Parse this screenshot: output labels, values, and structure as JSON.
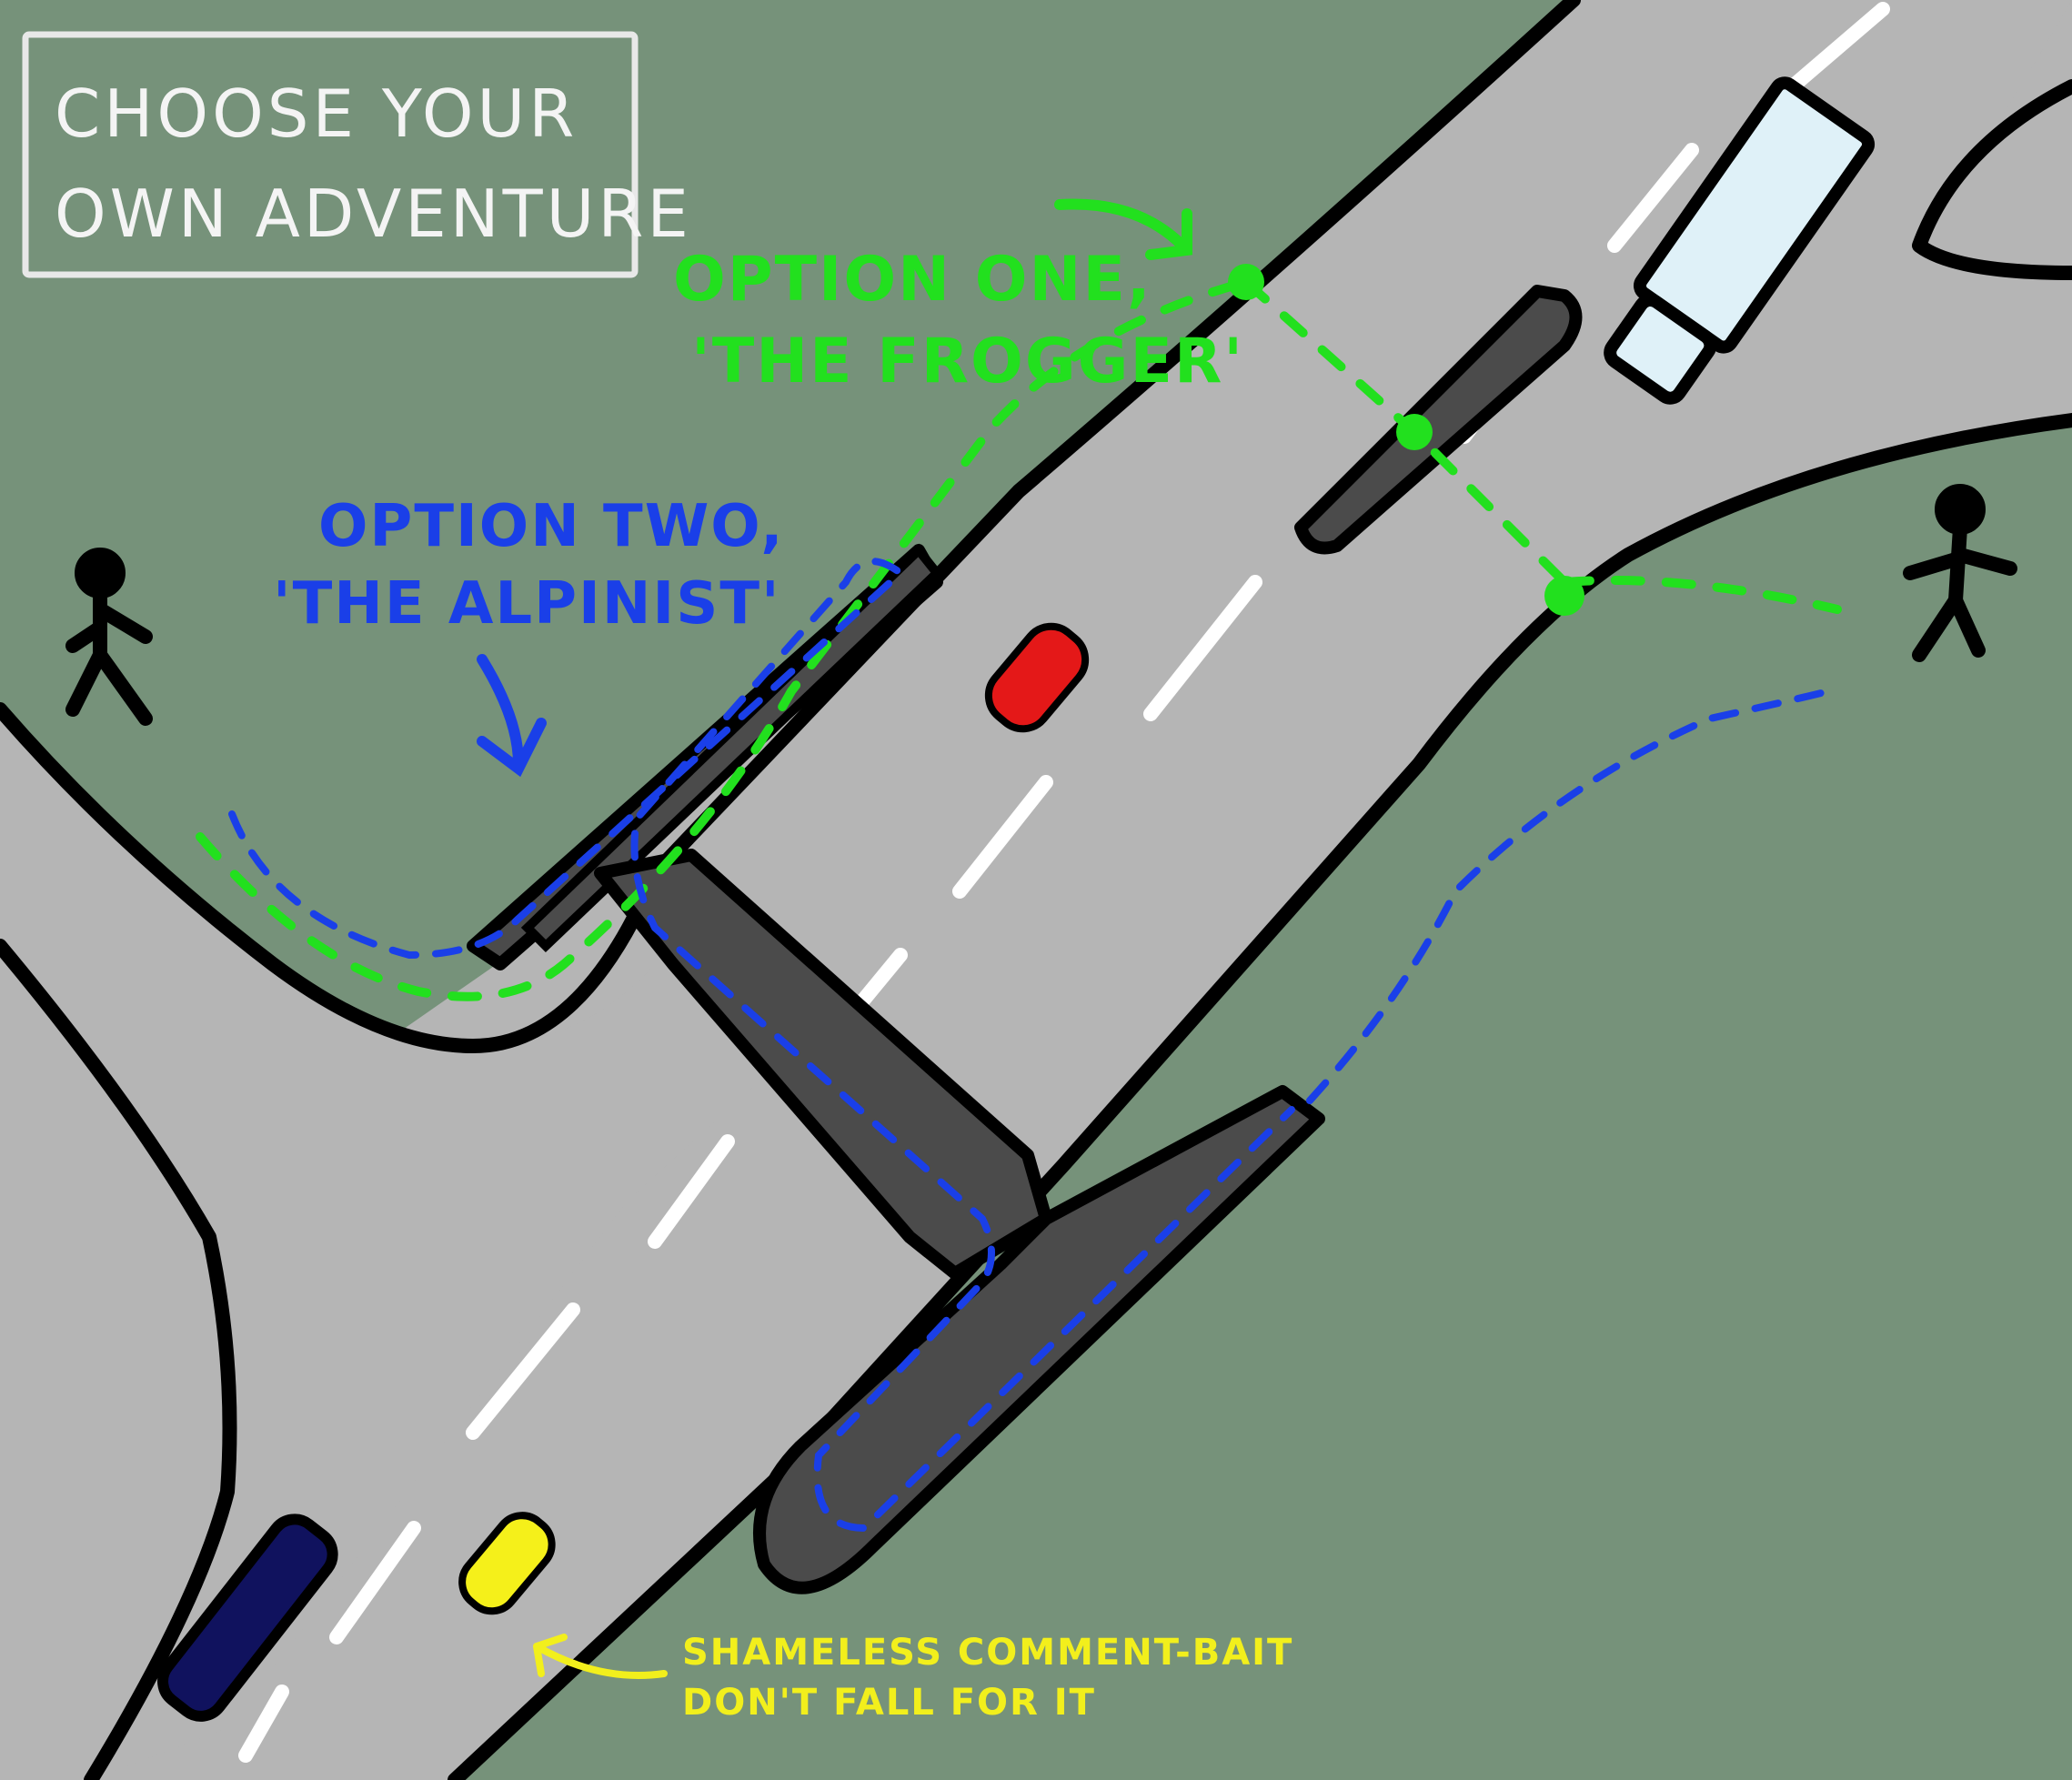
{
  "title": {
    "line1": "CHOOSE YOUR",
    "line2": "OWN ADVENTURE"
  },
  "option_one": {
    "line1": "OPTION ONE,",
    "line2": "'THE FROGGER'",
    "color": "#22e01e"
  },
  "option_two": {
    "line1": "OPTION TWO,",
    "line2": "'THE ALPINIST'",
    "color": "#1a3fe8"
  },
  "comment_bait": {
    "line1": "SHAMELESS COMMENT-BAIT",
    "line2": "DON'T FALL FOR IT",
    "color": "#f2ef1c"
  },
  "colors": {
    "grass": "#76927a",
    "road": "#b5b5b5",
    "ramp": "#4b4b4b",
    "red_car": "#e41818",
    "yellow_car": "#f5f01a",
    "blue_car": "#10125e",
    "truck": "#dff1f8"
  },
  "icons": [
    "pedestrian-icon",
    "red-car-icon",
    "yellow-car-icon",
    "blue-car-icon",
    "truck-icon"
  ]
}
